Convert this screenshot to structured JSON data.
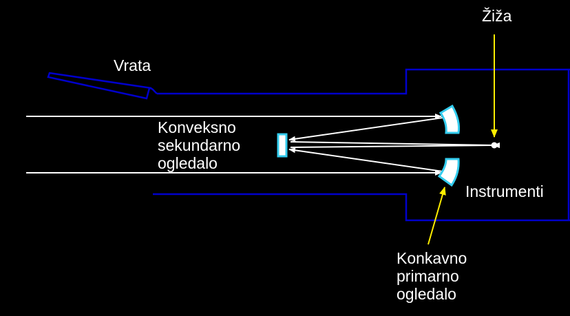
{
  "labels": {
    "door": "Vrata",
    "focus": "Žiža",
    "secondary": [
      "Konveksno",
      "sekundarno",
      "ogledalo"
    ],
    "instruments": "Instrumenti",
    "primary": [
      "Konkavno",
      "primarno",
      "ogledalo"
    ]
  },
  "colors": {
    "background": "#000000",
    "tube": "#0000cc",
    "mirror_stroke": "#33ccee",
    "mirror_fill": "#ffffff",
    "ray": "#ffffff",
    "pointer": "#ffee00",
    "text": "#ffffff"
  }
}
